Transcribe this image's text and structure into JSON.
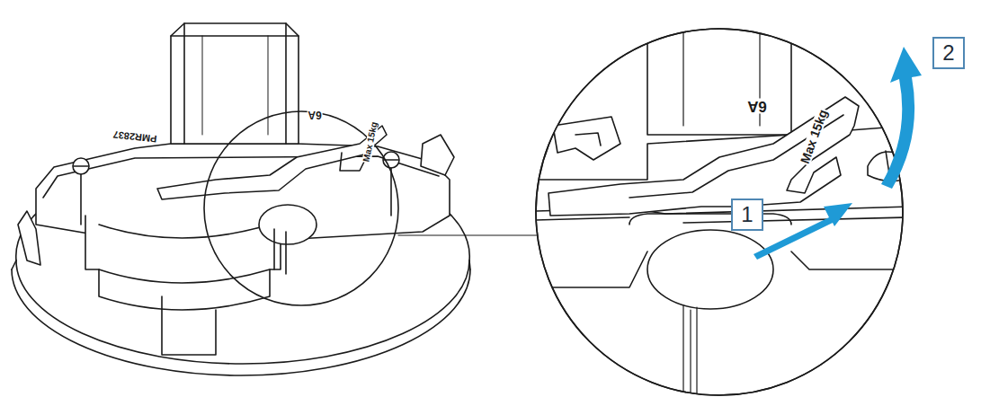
{
  "diagram": {
    "nodes": [
      {
        "text": [
          "1"
        ]
      },
      {
        "text": [
          "2"
        ]
      }
    ],
    "labels": [
      "PMR2837",
      "6A",
      "Max 15kg",
      "6A",
      "Max 15kg"
    ]
  }
}
